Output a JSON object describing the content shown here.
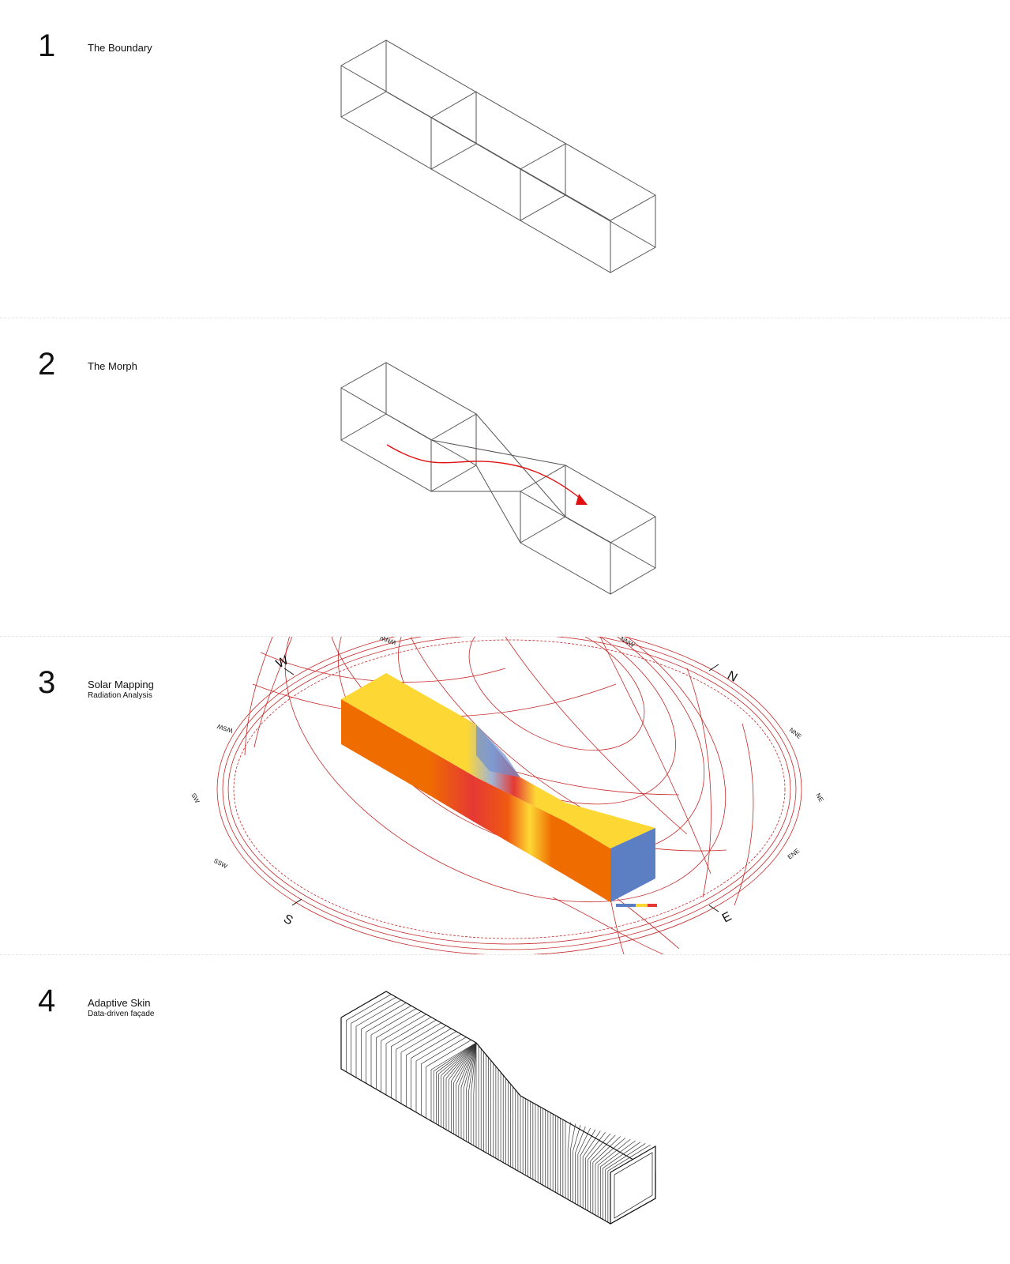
{
  "steps": [
    {
      "number": "1",
      "title": "The Boundary",
      "subtitle": ""
    },
    {
      "number": "2",
      "title": "The Morph",
      "subtitle": ""
    },
    {
      "number": "3",
      "title": "Solar Mapping",
      "subtitle": "Radiation Analysis"
    },
    {
      "number": "4",
      "title": "Adaptive Skin",
      "subtitle": "Data-driven façade"
    }
  ],
  "compass": {
    "n": "N",
    "e": "E",
    "s": "S",
    "w": "W",
    "nne": "NNE",
    "ne": "NE",
    "ene": "ENE",
    "ssw": "SSW",
    "sw": "SW",
    "wsw": "WSW",
    "nnw": "NNW",
    "wnw": "WNW"
  },
  "colors": {
    "line": "#555555",
    "sunpath": "#c62828",
    "arrow": "#e01010",
    "heat_high": "#ef6c00",
    "heat_mid": "#fdd835",
    "heat_low": "#5c7fc4",
    "heat_peak": "#e53935"
  }
}
